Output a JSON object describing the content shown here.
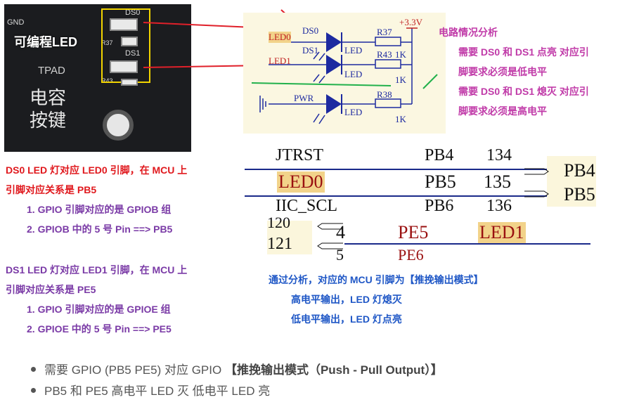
{
  "photo": {
    "silk_gnd": "GND",
    "silk_ds0": "DS0",
    "silk_r37": "R37",
    "silk_ds1": "DS1",
    "silk_r43": "R43",
    "label": "可编程LED",
    "tpad": "TPAD",
    "cap_key_line1": "电容",
    "cap_key_line2": "按键"
  },
  "schematic": {
    "ds0": "DS0",
    "led0": "LED0",
    "ds1": "DS1",
    "led1": "LED1",
    "pwr": "PWR",
    "led_a": "LED",
    "led_b": "LED",
    "led_c": "LED",
    "r37": "R37",
    "r43": "R43",
    "r38": "R38",
    "r_1k_a": "1K",
    "r_1k_b": "1K",
    "r_1k_c": "1K",
    "vcc": "+3.3V"
  },
  "analysis": {
    "title": "电路情况分析",
    "line1": "需要 DS0 和 DS1 点亮 对应引",
    "line2": "脚要求必须是低电平",
    "line3": "需要 DS0 和 DS1 熄灭 对应引",
    "line4": "脚要求必须是高电平"
  },
  "ds0_note": {
    "line1": "DS0 LED 灯对应 LED0 引脚，在  MCU 上",
    "line2": "引脚对应关系是 PB5",
    "item1": "1. GPIO 引脚对应的是 GPIOB 组",
    "item2": "2. GPIOB 中的 5 号 Pin ==> PB5"
  },
  "ds1_note": {
    "line1": "DS1 LED 灯对应 LED1 引脚，在  MCU 上",
    "line2": "引脚对应关系是 PE5",
    "item1": "1. GPIO 引脚对应的是 GPIOE 组",
    "item2": "2. GPIOE  中的 5 号 Pin ==> PE5"
  },
  "pin_table_b": {
    "top_row_left": "JTRST",
    "top_row_mid": "PB4",
    "top_row_num": "134",
    "net": "LED0",
    "pin": "PB5",
    "num": "135",
    "right_top": "PB4",
    "right_bottom": "PB5",
    "bottom_row_left": "IIC_SCL",
    "bottom_row_mid": "PB6",
    "bottom_row_num": "136"
  },
  "pin_table_e": {
    "left_top": "120",
    "left_bottom": "121",
    "num": "4",
    "num_next": "5",
    "pin": "PE5",
    "pin_next": "PE6",
    "net": "LED1"
  },
  "conclusion": {
    "title": "通过分析，对应的 MCU 引脚为【推挽输出模式】",
    "line1": "高电平输出，LED 灯熄灭",
    "line2": "低电平输出，LED 灯点亮"
  },
  "bullets": {
    "b1_pre": "需要 GPIO (PB5 PE5) 对应  GPIO ",
    "b1_bold": "【推挽输出模式（Push - Pull Output）】",
    "b2": "PB5 和 PE5 高电平 LED 灭 低电平 LED 亮"
  },
  "colors": {
    "arrow_red": "#e0202a",
    "green_mark": "#22b14c",
    "net_blue": "#1d2aa0",
    "bus_line": "#1a2a8a"
  }
}
